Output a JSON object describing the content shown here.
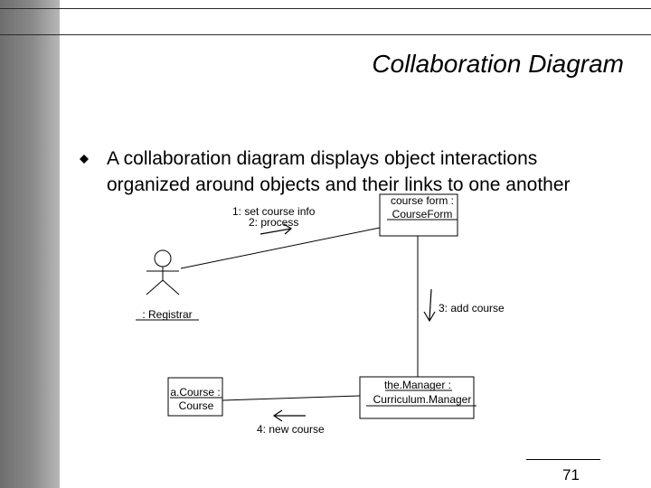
{
  "slide": {
    "title": "Collaboration Diagram",
    "bullet_text": "A collaboration diagram displays object interactions organized around objects and their links to one another",
    "page_number": "71"
  },
  "diagram": {
    "objects": {
      "course_form_line1": "course form :",
      "course_form_line2": "CourseForm",
      "registrar": ": Registrar",
      "a_course_line1": "a.Course :",
      "a_course_line2": "Course",
      "manager_line1": "the.Manager :",
      "manager_line2": "Curriculum.Manager"
    },
    "messages": {
      "m1": "1: set course info",
      "m2": "2: process",
      "m3": "3: add course",
      "m4": "4: new course"
    }
  }
}
